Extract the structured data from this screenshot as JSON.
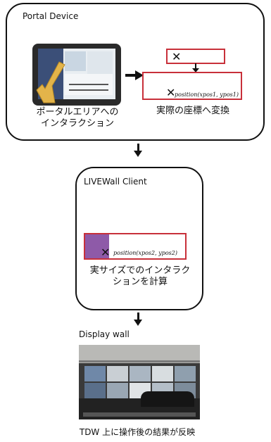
{
  "portal": {
    "title": "Portal Device",
    "interaction_caption_line1": "ポータルエリアへの",
    "interaction_caption_line2": "インタラクション",
    "conversion_caption": "実際の座標へ変換",
    "mark": "✕",
    "position_label": "position(xpos1, ypos1)"
  },
  "client": {
    "title": "LIVEWall Client",
    "mark": "✕",
    "position_label": "position(xpos2, ypos2)",
    "caption_line1": "実サイズでのインタラク",
    "caption_line2": "ションを計算"
  },
  "display": {
    "title": "Display wall",
    "caption": "TDW 上に操作後の結果が反映"
  },
  "colors": {
    "red_frame": "#c8303a",
    "purple_region": "#8e5aa8",
    "hand_pointer": "#e3b44a"
  },
  "icons": [
    "tablet-icon",
    "hand-pointer-icon",
    "display-wall-photo"
  ]
}
